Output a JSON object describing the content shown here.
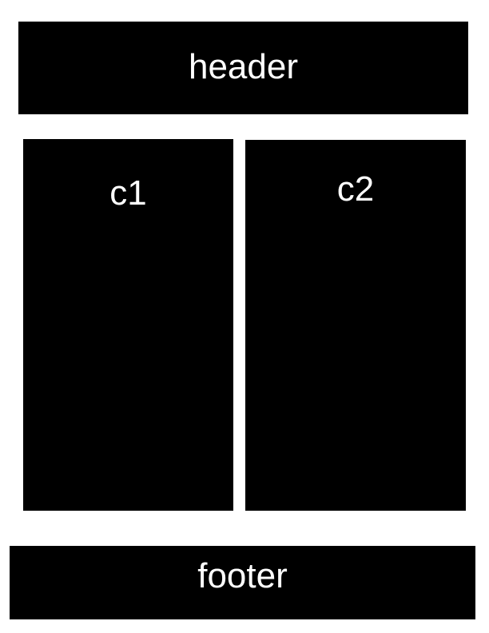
{
  "header": {
    "label": "header"
  },
  "columns": [
    {
      "label": "c1"
    },
    {
      "label": "c2"
    }
  ],
  "footer": {
    "label": "footer"
  },
  "colors": {
    "block": "#000000",
    "text": "#ffffff",
    "background": "#ffffff"
  }
}
